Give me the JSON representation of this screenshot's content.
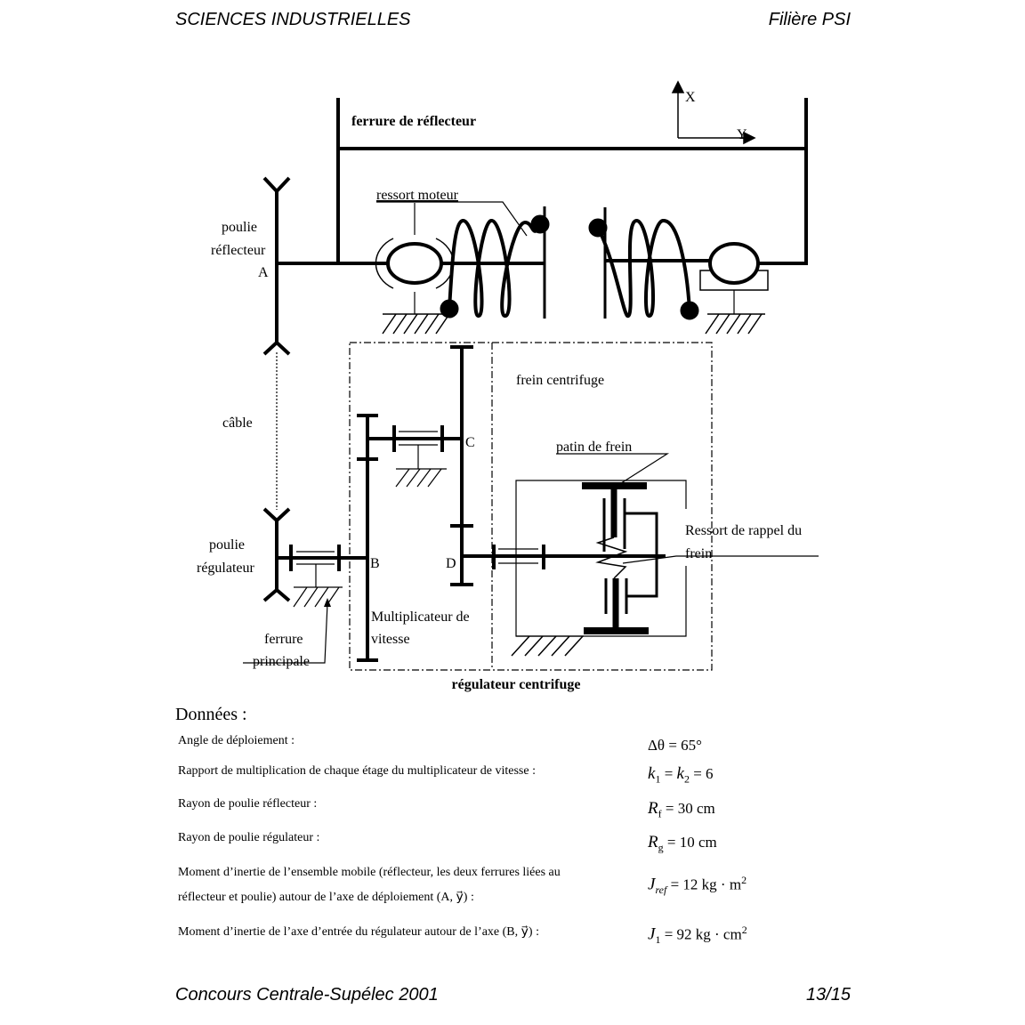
{
  "header": {
    "left": "SCIENCES INDUSTRIELLES",
    "right": "Filière PSI"
  },
  "footer": {
    "left": "Concours Centrale-Supélec 2001",
    "right": "13/15"
  },
  "diagram": {
    "axis_x": "X",
    "axis_y": "Y",
    "ferrure_reflecteur": "ferrure de réflecteur",
    "ressort_moteur": "ressort moteur",
    "poulie_reflecteur_1": "poulie",
    "poulie_reflecteur_2": "réflecteur",
    "point_a": "A",
    "point_b": "B",
    "point_c": "C",
    "point_d": "D",
    "cable": "câble",
    "poulie_regulateur_1": "poulie",
    "poulie_regulateur_2": "régulateur",
    "ferrure_principale_1": "ferrure",
    "ferrure_principale_2": "principale",
    "frein_centrifuge": "frein centrifuge",
    "patin_de_frein": "patin de frein",
    "ressort_rappel_1": "Ressort de rappel du",
    "ressort_rappel_2": "frein",
    "multiplicateur_1": "Multiplicateur de",
    "multiplicateur_2": "vitesse",
    "regulateur_centrifuge": "régulateur centrifuge"
  },
  "donnees": {
    "title": "Données :",
    "items": [
      {
        "label": "Angle de déploiement :",
        "symbol": "Δθ",
        "value": "= 65°"
      },
      {
        "label": "Rapport de multiplication de chaque étage du multiplicateur de vitesse :",
        "symbol": "k",
        "sub1": "1",
        "eq1": "=",
        "symbol2": "k",
        "sub2": "2",
        "value": "= 6"
      },
      {
        "label": "Rayon de poulie réflecteur :",
        "symbol": "R",
        "sub": "f",
        "value": "= 30 cm"
      },
      {
        "label": "Rayon de poulie régulateur :",
        "symbol": "R",
        "sub": "g",
        "value": "= 10 cm"
      },
      {
        "label_line1": "Moment d’inertie de l’ensemble mobile (réflecteur, les deux ferrures liées au",
        "label_line2": "réflecteur et poulie) autour de l’axe de déploiement (A, y⃗) :",
        "symbol": "J",
        "sub": "ref",
        "value": "= 12 kg · m",
        "sup": "2"
      },
      {
        "label": "Moment d’inertie de l’axe d’entrée du régulateur autour de l’axe (B, y⃗) :",
        "symbol": "J",
        "sub": "1",
        "value": "= 92 kg · cm",
        "sup": "2"
      }
    ]
  }
}
